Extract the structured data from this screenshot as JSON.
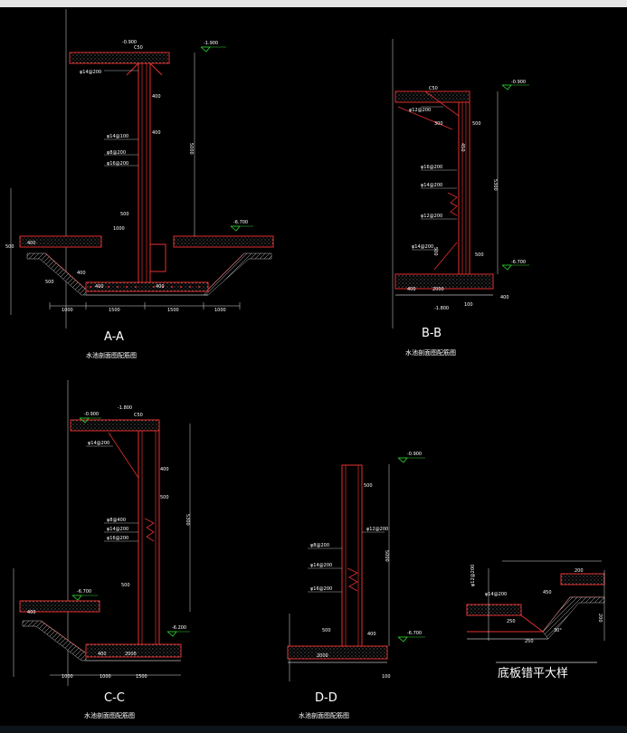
{
  "sections": [
    {
      "id": "aa",
      "title": "A-A",
      "subtitle": "水池剖面图配筋图",
      "elevations": [
        "-1.900",
        "-6.700",
        "-0.900"
      ],
      "rebar_labels": [
        "φ14@200",
        "φ14@100",
        "φ8@200",
        "φ16@200"
      ],
      "dims": [
        "C50",
        "400",
        "400",
        "5000",
        "500",
        "1000",
        "400",
        "500",
        "400",
        "500",
        "1000",
        "1500",
        "1500",
        "1000",
        "400",
        "400"
      ]
    },
    {
      "id": "bb",
      "title": "B-B",
      "subtitle": "水池剖面图配筋图",
      "elevations": [
        "-0.900",
        "-6.700",
        "-1.800"
      ],
      "rebar_labels": [
        "φ12@200",
        "φ16@200",
        "φ14@200",
        "φ12@200",
        "φ14@200"
      ],
      "dims": [
        "C50",
        "300",
        "500",
        "450",
        "5300",
        "500",
        "400",
        "2000",
        "500",
        "400",
        "100"
      ]
    },
    {
      "id": "cc",
      "title": "C-C",
      "subtitle": "水池剖面图配筋图",
      "elevations": [
        "-0.900",
        "-1.800",
        "-6.700",
        "-6.200"
      ],
      "rebar_labels": [
        "φ14@200",
        "φ8@400",
        "φ14@200",
        "φ16@200"
      ],
      "dims": [
        "C50",
        "400",
        "500",
        "5300",
        "500",
        "400",
        "2000",
        "1000",
        "1000",
        "1500",
        "400"
      ]
    },
    {
      "id": "dd",
      "title": "D-D",
      "subtitle": "水池剖面图配筋图",
      "elevations": [
        "-0.900",
        "-6.700"
      ],
      "rebar_labels": [
        "φ12@200",
        "φ8@200",
        "φ14@200",
        "φ16@200"
      ],
      "dims": [
        "500",
        "5000",
        "500",
        "2000",
        "400",
        "100"
      ]
    },
    {
      "id": "detail",
      "title": "底板错平大样",
      "rebar_labels": [
        "φ12@200",
        "φ14@200"
      ],
      "dims": [
        "200",
        "450",
        "250",
        "30°",
        "200",
        "250"
      ]
    }
  ]
}
